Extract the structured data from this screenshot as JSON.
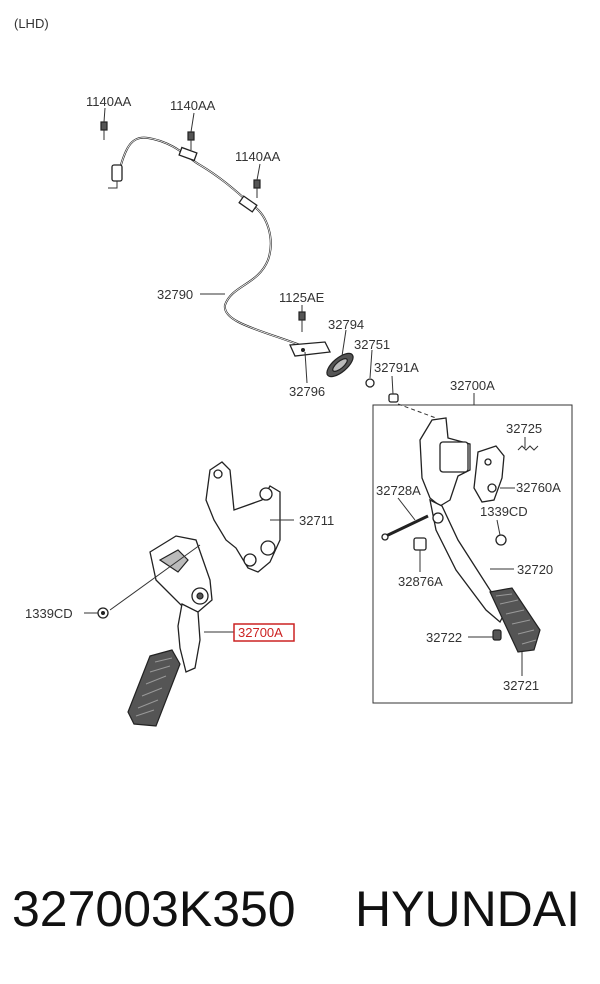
{
  "header": {
    "variant": "(LHD)"
  },
  "callouts": {
    "c1": "1140AA",
    "c2": "1140AA",
    "c3": "1140AA",
    "c4": "32790",
    "c5": "1125AE",
    "c6": "32794",
    "c7": "32751",
    "c8": "32796",
    "c9": "32791A",
    "c10": "32700A",
    "c11": "32711",
    "c12": "32725",
    "c13": "32728A",
    "c14": "32760A",
    "c15": "1339CD",
    "c16": "1339CD",
    "c17": "32700A",
    "c18": "32876A",
    "c19": "32720",
    "c20": "32722",
    "c21": "32721"
  },
  "highlight": {
    "color": "#cc2222"
  },
  "footer": {
    "part_number": "327003K350",
    "brand": "HYUNDAI"
  }
}
